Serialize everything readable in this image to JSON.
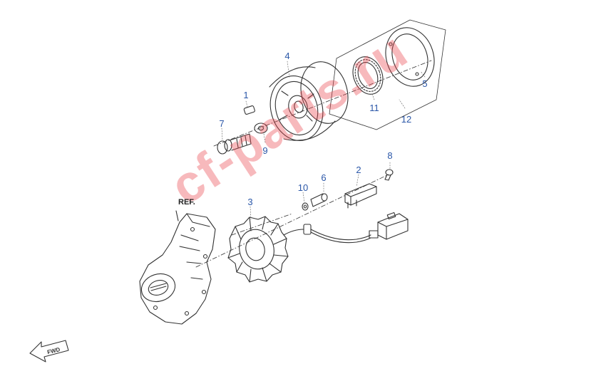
{
  "diagram": {
    "reference_label": "REF.",
    "direction_label": "FWD",
    "watermark": "cf-parts.ru",
    "callouts": [
      {
        "number": "1"
      },
      {
        "number": "2"
      },
      {
        "number": "3"
      },
      {
        "number": "4"
      },
      {
        "number": "5"
      },
      {
        "number": "6"
      },
      {
        "number": "7"
      },
      {
        "number": "8"
      },
      {
        "number": "9"
      },
      {
        "number": "10"
      },
      {
        "number": "11"
      },
      {
        "number": "12"
      }
    ],
    "colors": {
      "line": "#333333",
      "callout": "#2b57a8",
      "watermark": "#eb4650"
    }
  }
}
